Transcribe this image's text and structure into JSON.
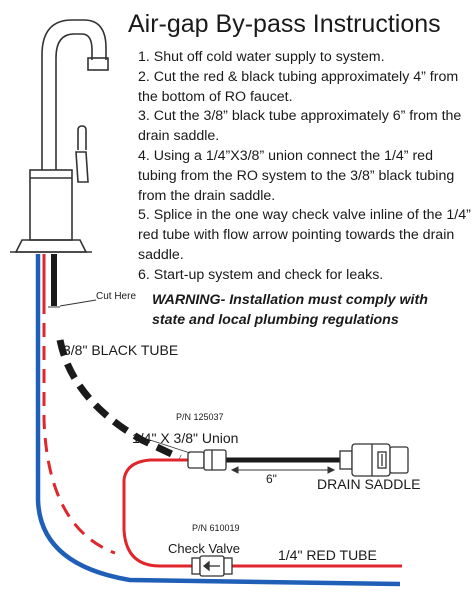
{
  "title": "Air-gap By-pass Instructions",
  "steps": [
    "1. Shut off cold water supply to system.",
    "2. Cut the red & black tubing approximately 4” from the bottom of RO faucet.",
    "3. Cut the 3/8” black tube approximately 6” from the drain saddle.",
    "4. Using a 1/4”X3/8” union connect the 1/4” red tubing from the RO system to the 3/8” black tubing from the drain saddle.",
    "5. Splice in the one way check valve inline of the 1/4” red tube with flow arrow pointing towards the drain saddle.",
    "6. Start-up system and check for leaks."
  ],
  "warning": "WARNING- Installation must comply with state and local plumbing regulations",
  "labels": {
    "cut_here": "Cut Here",
    "black_tube": "3/8\" BLACK TUBE",
    "union_pn": "P/N  125037",
    "union": "1/4\" X 3/8\" Union",
    "six_inch": "6\"",
    "drain_saddle": "DRAIN SADDLE",
    "check_pn": "P/N  610019",
    "check_valve": "Check Valve",
    "red_tube": "1/4\" RED TUBE"
  },
  "colors": {
    "red_tube": "#e0262b",
    "blue_tube": "#1f5fb8",
    "black_tube": "#1a1a1a",
    "faucet_line": "#333333"
  }
}
